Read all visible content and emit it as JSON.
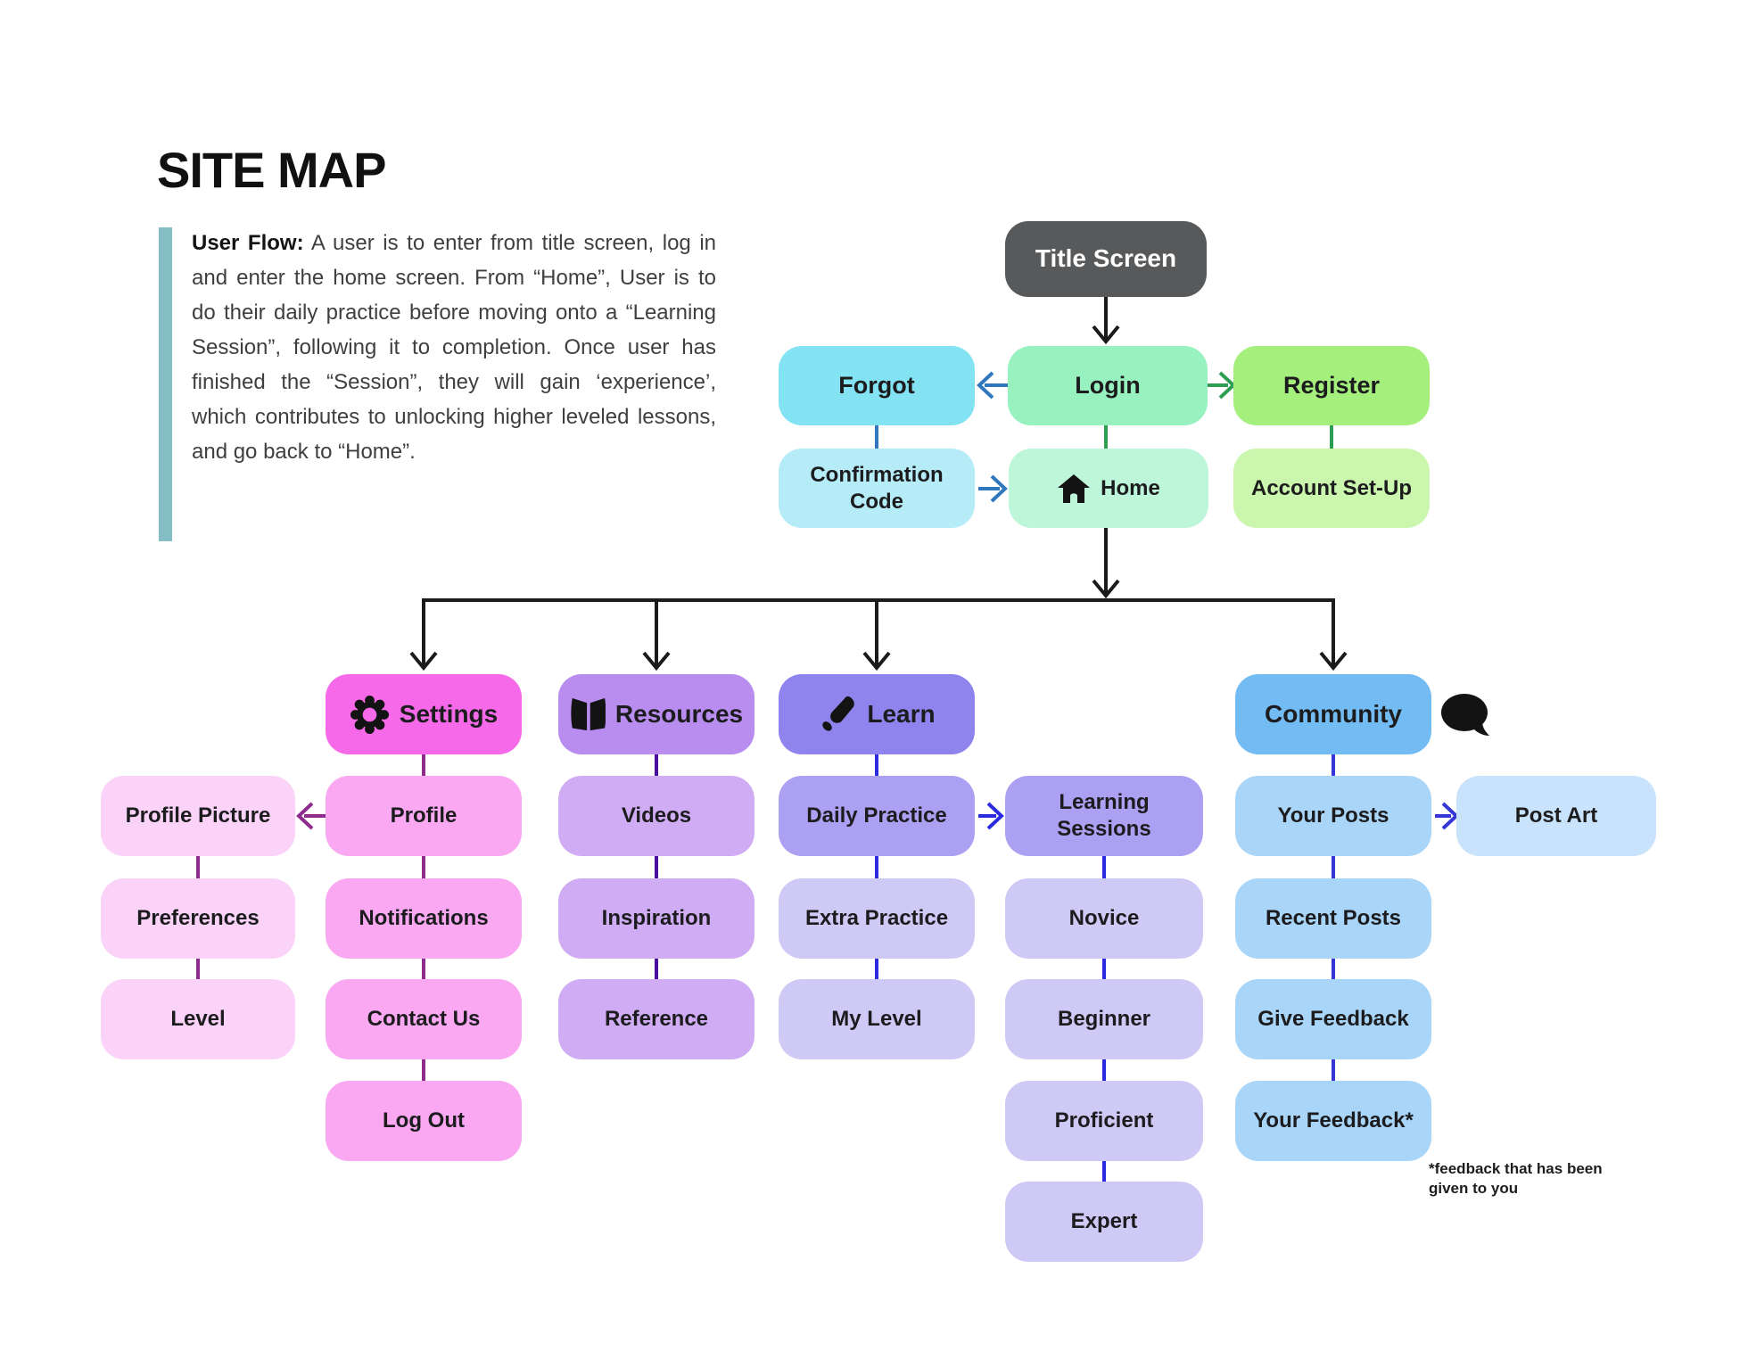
{
  "page": {
    "title": "SITE MAP"
  },
  "intro": {
    "heading": "User Flow:",
    "body": "A user is to enter from title screen, log in and enter the home screen. From “Home”, User is to do their daily practice before moving onto a “Learning Session”, following it to completion. Once user has finished the “Session”, they will gain ‘experience’, which contributes to unlocking higher leveled lessons, and go back to “Home”."
  },
  "nodes": {
    "title_screen": {
      "label": "Title Screen"
    },
    "forgot": {
      "label": "Forgot"
    },
    "login": {
      "label": "Login"
    },
    "register": {
      "label": "Register"
    },
    "confirmation_code": {
      "label": "Confirmation Code"
    },
    "home": {
      "label": "Home",
      "icon": "home-icon"
    },
    "account_setup": {
      "label": "Account Set-Up"
    },
    "settings": {
      "label": "Settings",
      "icon": "gear-icon"
    },
    "resources": {
      "label": "Resources",
      "icon": "open-book-icon"
    },
    "learn": {
      "label": "Learn",
      "icon": "paintbrush-icon"
    },
    "community": {
      "label": "Community",
      "icon": "speech-bubble-icon"
    },
    "profile_picture": {
      "label": "Profile Picture"
    },
    "profile": {
      "label": "Profile"
    },
    "videos": {
      "label": "Videos"
    },
    "daily_practice": {
      "label": "Daily Practice"
    },
    "learning_sessions": {
      "label": "Learning Sessions"
    },
    "your_posts": {
      "label": "Your Posts"
    },
    "post_art": {
      "label": "Post Art"
    },
    "preferences": {
      "label": "Preferences"
    },
    "notifications": {
      "label": "Notifications"
    },
    "inspiration": {
      "label": "Inspiration"
    },
    "extra_practice": {
      "label": "Extra Practice"
    },
    "novice": {
      "label": "Novice"
    },
    "recent_posts": {
      "label": "Recent Posts"
    },
    "level": {
      "label": "Level"
    },
    "contact_us": {
      "label": "Contact Us"
    },
    "reference": {
      "label": "Reference"
    },
    "my_level": {
      "label": "My Level"
    },
    "beginner": {
      "label": "Beginner"
    },
    "give_feedback": {
      "label": "Give Feedback"
    },
    "log_out": {
      "label": "Log Out"
    },
    "proficient": {
      "label": "Proficient"
    },
    "your_feedback": {
      "label": "Your Feedback*"
    },
    "expert": {
      "label": "Expert"
    }
  },
  "footnote": "*feedback that has been given to you",
  "edges": [
    {
      "from": "title_screen",
      "to": "login",
      "color": "black",
      "arrow": true
    },
    {
      "from": "login",
      "to": "forgot",
      "color": "steel-blue",
      "arrow": true
    },
    {
      "from": "login",
      "to": "register",
      "color": "green",
      "arrow": true
    },
    {
      "from": "forgot",
      "to": "confirmation_code",
      "color": "steel-blue",
      "arrow": false
    },
    {
      "from": "login",
      "to": "home",
      "color": "green",
      "arrow": false
    },
    {
      "from": "register",
      "to": "account_setup",
      "color": "green",
      "arrow": false
    },
    {
      "from": "confirmation_code",
      "to": "home",
      "color": "steel-blue",
      "arrow": true
    },
    {
      "from": "home",
      "to": "settings",
      "color": "black",
      "arrow": true
    },
    {
      "from": "home",
      "to": "resources",
      "color": "black",
      "arrow": true
    },
    {
      "from": "home",
      "to": "learn",
      "color": "black",
      "arrow": true
    },
    {
      "from": "home",
      "to": "community",
      "color": "black",
      "arrow": true
    },
    {
      "from": "settings",
      "to": "profile",
      "color": "magenta",
      "arrow": false
    },
    {
      "from": "profile",
      "to": "profile_picture",
      "color": "magenta",
      "arrow": true
    },
    {
      "from": "profile_picture",
      "to": "preferences",
      "color": "magenta",
      "arrow": false
    },
    {
      "from": "preferences",
      "to": "level",
      "color": "magenta",
      "arrow": false
    },
    {
      "from": "profile",
      "to": "notifications",
      "color": "magenta",
      "arrow": false
    },
    {
      "from": "notifications",
      "to": "contact_us",
      "color": "magenta",
      "arrow": false
    },
    {
      "from": "contact_us",
      "to": "log_out",
      "color": "magenta",
      "arrow": false
    },
    {
      "from": "resources",
      "to": "videos",
      "color": "dark-violet",
      "arrow": false
    },
    {
      "from": "videos",
      "to": "inspiration",
      "color": "dark-violet",
      "arrow": false
    },
    {
      "from": "inspiration",
      "to": "reference",
      "color": "dark-violet",
      "arrow": false
    },
    {
      "from": "learn",
      "to": "daily_practice",
      "color": "indigo",
      "arrow": false
    },
    {
      "from": "daily_practice",
      "to": "learning_sessions",
      "color": "indigo",
      "arrow": true
    },
    {
      "from": "daily_practice",
      "to": "extra_practice",
      "color": "indigo",
      "arrow": false
    },
    {
      "from": "extra_practice",
      "to": "my_level",
      "color": "indigo",
      "arrow": false
    },
    {
      "from": "learning_sessions",
      "to": "novice",
      "color": "indigo",
      "arrow": false
    },
    {
      "from": "novice",
      "to": "beginner",
      "color": "indigo",
      "arrow": false
    },
    {
      "from": "beginner",
      "to": "proficient",
      "color": "indigo",
      "arrow": false
    },
    {
      "from": "proficient",
      "to": "expert",
      "color": "indigo",
      "arrow": false
    },
    {
      "from": "community",
      "to": "your_posts",
      "color": "indigo",
      "arrow": false
    },
    {
      "from": "your_posts",
      "to": "post_art",
      "color": "indigo",
      "arrow": true
    },
    {
      "from": "your_posts",
      "to": "recent_posts",
      "color": "indigo",
      "arrow": false
    },
    {
      "from": "recent_posts",
      "to": "give_feedback",
      "color": "indigo",
      "arrow": false
    },
    {
      "from": "give_feedback",
      "to": "your_feedback",
      "color": "indigo",
      "arrow": false
    }
  ],
  "palette": {
    "title_screen_bg": "#58595B",
    "login_bg": "#97F2BF",
    "home_bg": "#BDF6D9",
    "forgot_bg": "#83E3F2",
    "confirmation_code_bg": "#B5ECF8",
    "register_bg": "#A5EF7D",
    "account_setup_bg": "#CBF6AE",
    "settings_bg": "#F669E8",
    "settings_sub_bg": "#F9A8F1",
    "settings_sub_light_bg": "#FBD3F8",
    "resources_bg": "#B98CEF",
    "resources_sub_bg": "#CFACF4",
    "learn_bg": "#8F84EE",
    "learn_sub_bg": "#ABA0F2",
    "learn_sub_light_bg": "#CFC9F6",
    "community_bg": "#73BBF3",
    "community_sub_bg": "#A9D5F8",
    "post_art_bg": "#C8E3FB",
    "connector_black": "#1B1B1B",
    "connector_steel_blue": "#3077BD",
    "connector_green": "#2E9E52",
    "connector_magenta": "#8E2B8E",
    "connector_dark_violet": "#4B0D9E",
    "connector_indigo_learn": "#2A2AE0",
    "connector_indigo_community": "#3535D8",
    "accent_bar": "#85BDC4"
  }
}
